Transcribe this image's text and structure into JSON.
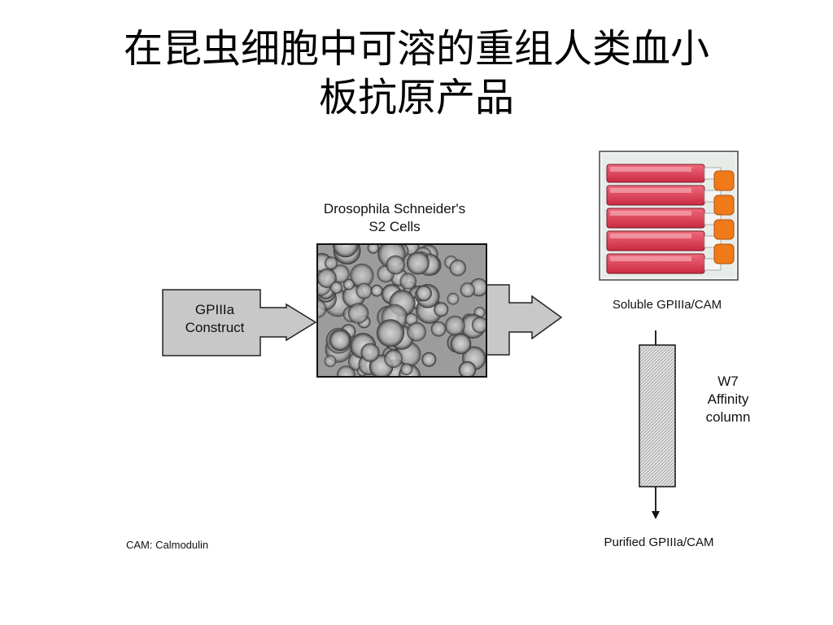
{
  "title": {
    "line1": "在昆虫细胞中可溶的重组人类血小",
    "line2": "板抗原产品"
  },
  "diagram": {
    "cells_label": {
      "line1": "Drosophila Schneider's",
      "line2": "S2 Cells"
    },
    "construct_label": {
      "line1": "GPIIIa",
      "line2": "Construct"
    },
    "soluble_label": "Soluble GPIIIa/CAM",
    "column_label": {
      "line1": "W7",
      "line2": "Affinity",
      "line3": "column"
    },
    "purified_label": "Purified GPIIIa/CAM",
    "cam_note": "CAM: Calmodulin"
  },
  "colors": {
    "arrow_fill": "#c8c8c8",
    "flask_red": "#d9394e",
    "cap_orange": "#f07a1a"
  }
}
